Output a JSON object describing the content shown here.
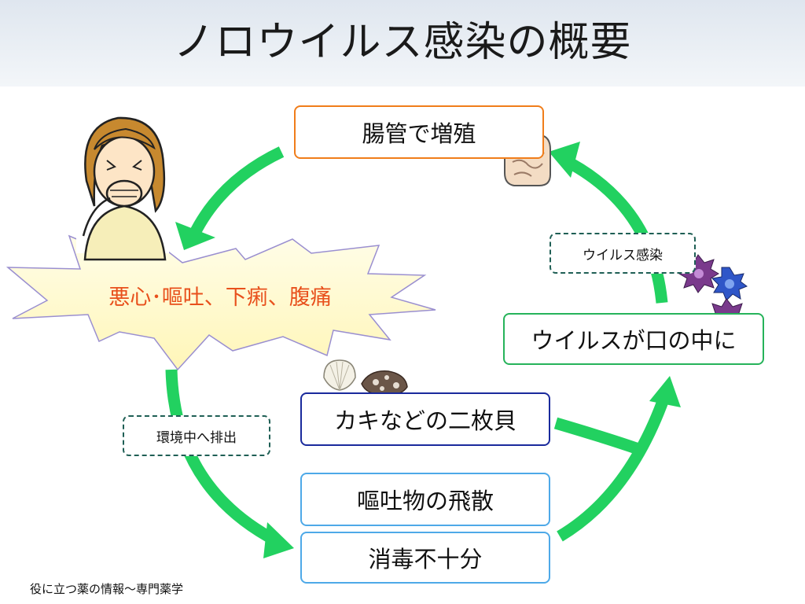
{
  "title": "ノロウイルス感染の概要",
  "nodes": {
    "intestine": "腸管で増殖",
    "mouth": "ウイルスが口の中に",
    "shellfish": "カキなどの二枚貝",
    "vomit_scatter": "嘔吐物の飛散",
    "disinfection": "消毒不十分"
  },
  "labels": {
    "virus_infection": "ウイルス感染",
    "environment_excretion": "環境中へ排出"
  },
  "symptoms": "悪心･嘔吐、下痢、腹痛",
  "footer": "役に立つ薬の情報～専門薬学",
  "icons": [
    "sick-woman-icon",
    "intestine-icon",
    "virus-icon",
    "scallop-shell-icon",
    "oyster-icon"
  ],
  "colors": {
    "arrow": "#22d160",
    "orange_border": "#f07d1a",
    "green_border": "#26b35a",
    "navy_border": "#1a2a9c",
    "blue_border": "#4ea9e8",
    "dashed_border": "#1f5f55",
    "symptom_text": "#e8501c",
    "burst_fill": "#fffbd6"
  }
}
